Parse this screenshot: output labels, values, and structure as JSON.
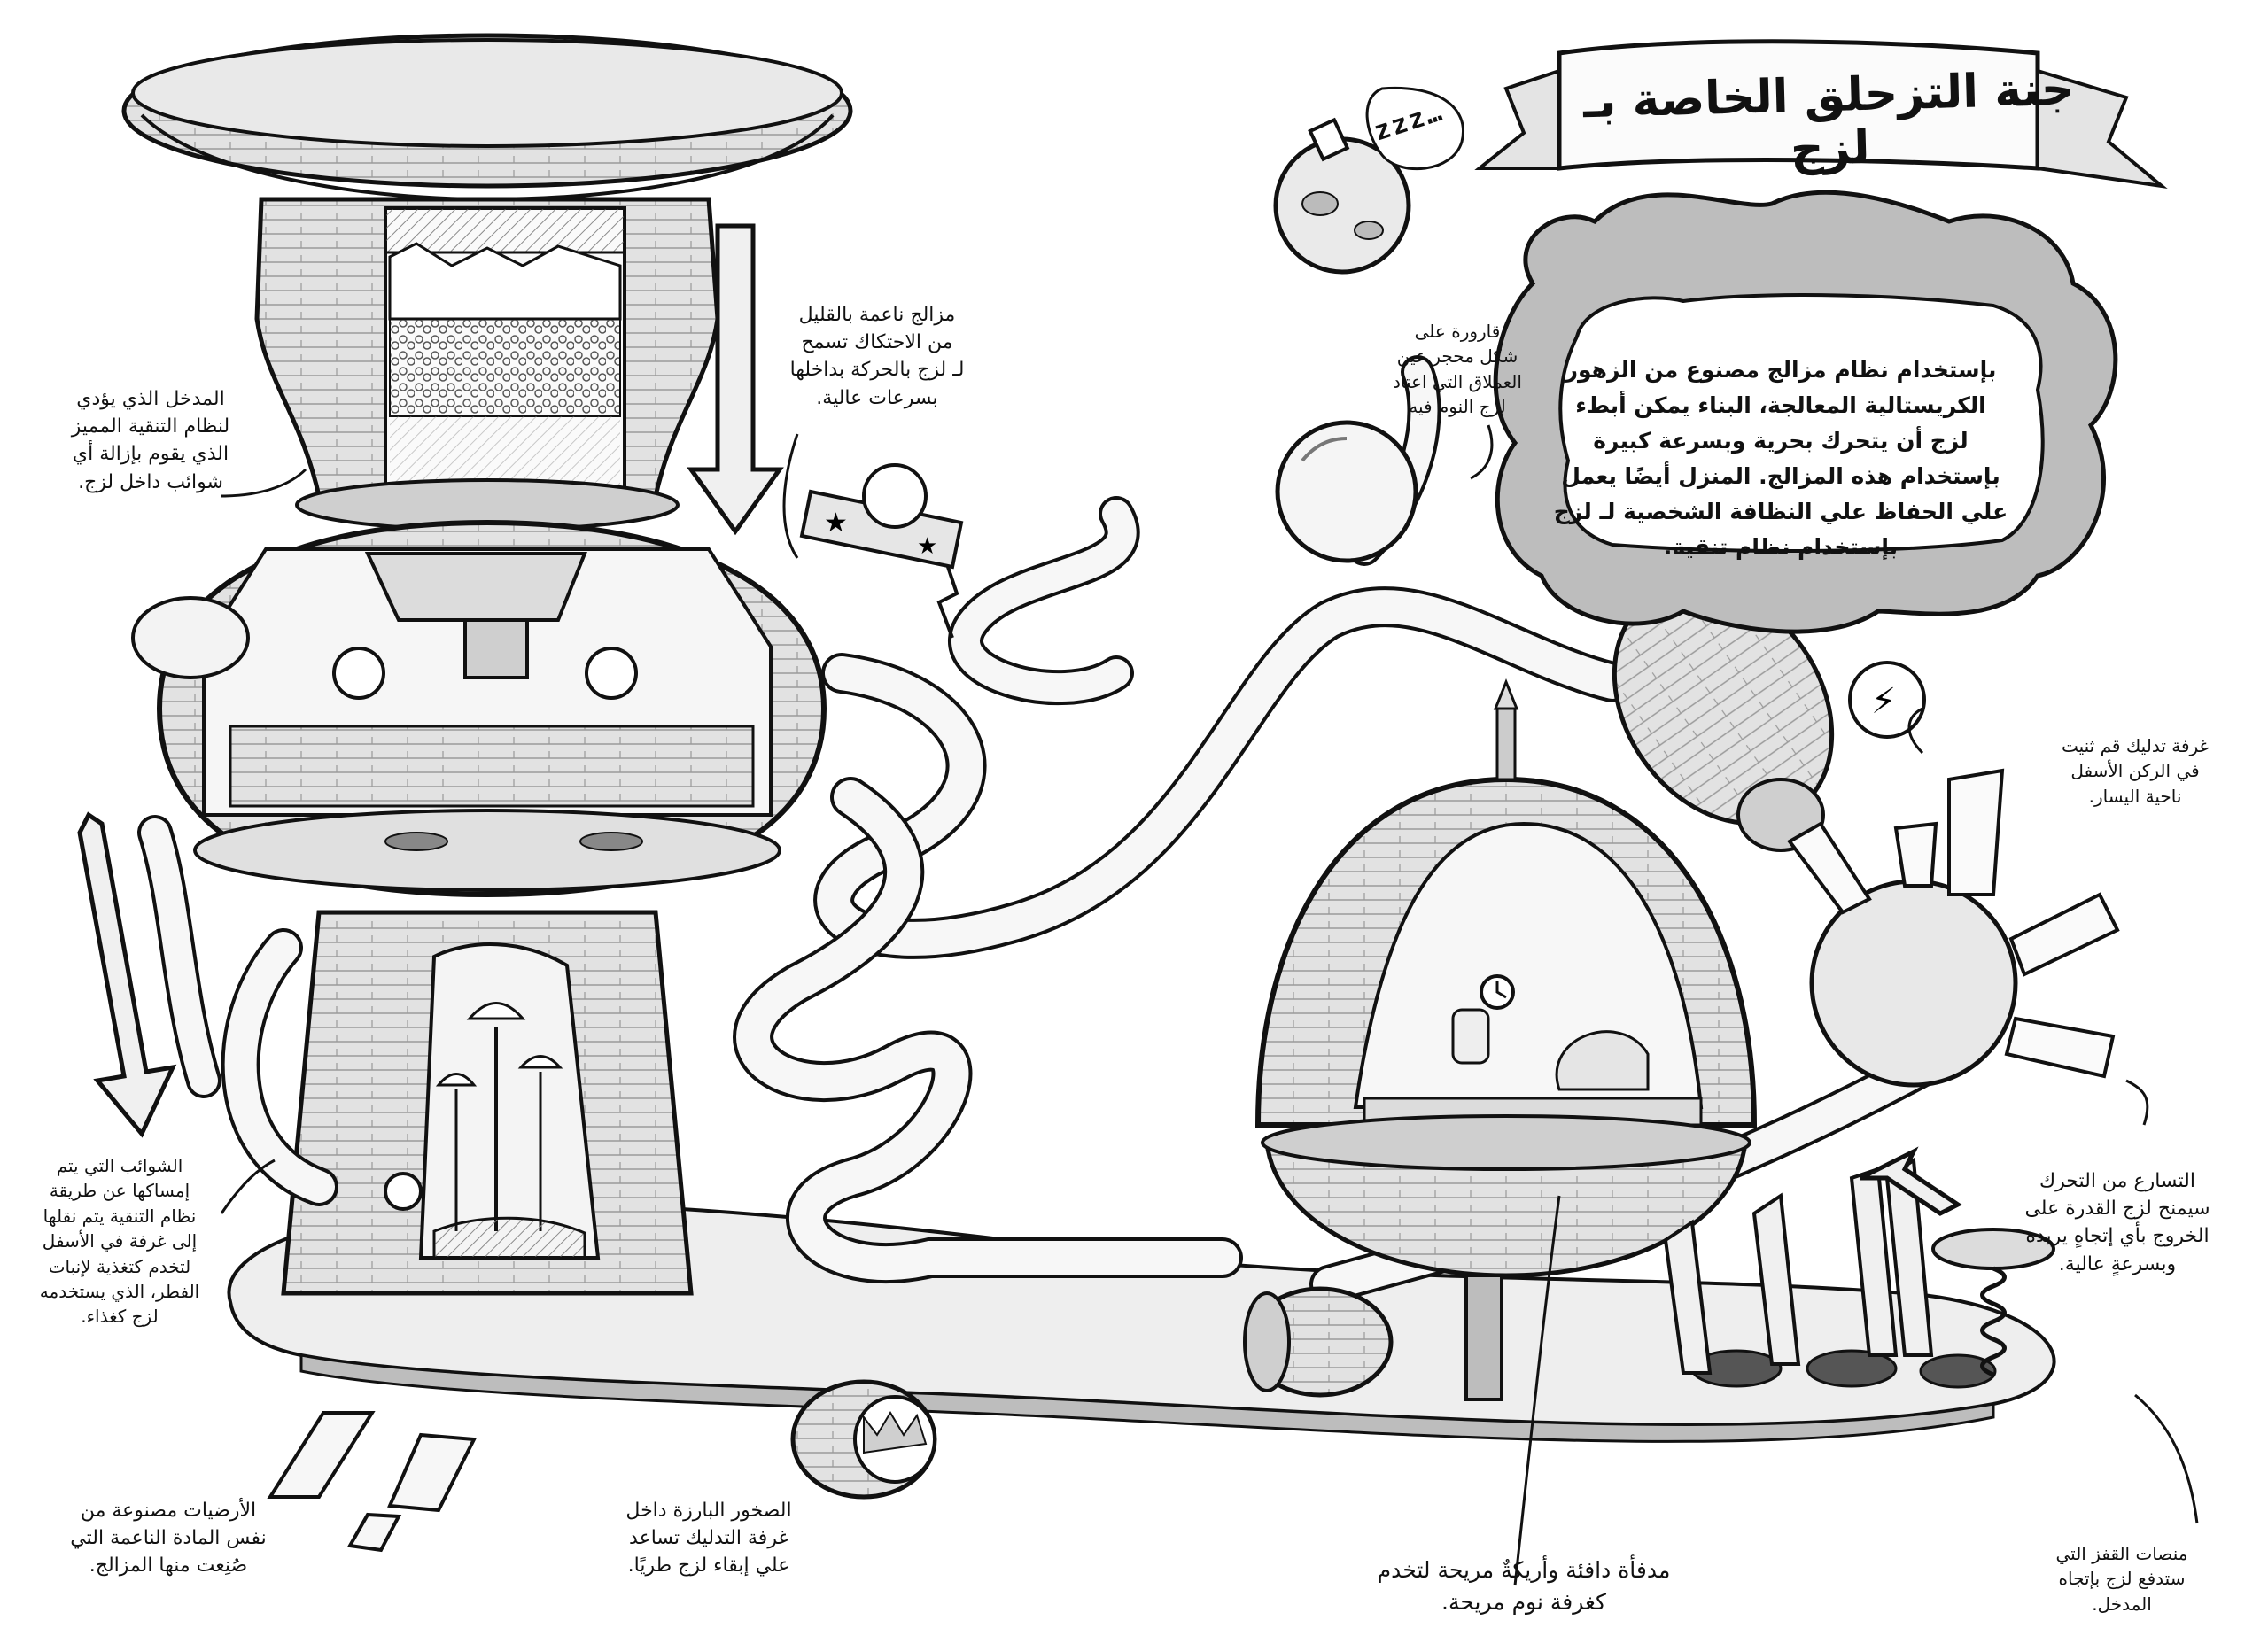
{
  "title": "جنة التزحلق الخاصة بـ لزج",
  "sleep_bubble": "zzz…",
  "info_box": "بإستخدام نظام مزالج مصنوع من الزهور\nالكريستالية المعالجة، البناء يمكن أبطء\nلزج أن يتحرك بحرية وبسرعة كبيرة\nبإستخدام هذه المزالج. المنزل أيضًا يعمل\nعلي الحفاظ علي النظافة الشخصية لـ لزج\nبإستخدام نظام تنقية.",
  "annotations": {
    "slides_low_friction": "مزالج ناعمة بالقليل\nمن الاحتكاك تسمح\nلـ لزج بالحركة بداخلها\nبسرعات عالية.",
    "entrance_filter": "المدخل الذي يؤدي\nلنظام التنقية المميز\nالذي يقوم بإزالة أي\nشوائب داخل لزج.",
    "flask_bedroom": "قارورة على\nشكل محجر عين\nالعملاق التي اعتاد\nلزج النوم فيه",
    "massage_room": "غرفة تدليك قم ثنيت\nفي الركن الأسفل\nناحية اليسار.",
    "impurities": "الشوائب التي يتم\nإمساكها عن طريقة\nنظام التنقية يتم نقلها\nإلى غرفة في الأسفل\nلتخدم كتغذية لإنبات\nالفطر، الذي يستخدمه\nلزج كغذاء.",
    "acceleration": "التسارع من التحرك\nسيمنح لزج القدرة على\nالخروج بأي إتجاهٍ يريده\nوبسرعةٍ عالية.",
    "floors": "الأرضيات مصنوعة من\nنفس المادة الناعمة التي\nصُنِعت منها المزالج.",
    "rocks_massage": "الصخور البارزة داخل\nغرفة التدليك تساعد\nعلي إبقاء لزج طريًا.",
    "fireplace_couch": "مدفأة دافئة وأريكةٌ مريحة لتخدم\nكغرفة نوم مريحة.",
    "jump_platforms": "منصات القفز التي\nستدفع لزج بإتجاه\nالمدخل."
  },
  "colors": {
    "ink": "#111111",
    "paper": "#ffffff",
    "shade": "#d9d9d9",
    "wood": "#cfcfcf",
    "glass": "#f2f2f2"
  },
  "icons": [
    "star-icon",
    "lightning-icon",
    "clock-icon"
  ]
}
